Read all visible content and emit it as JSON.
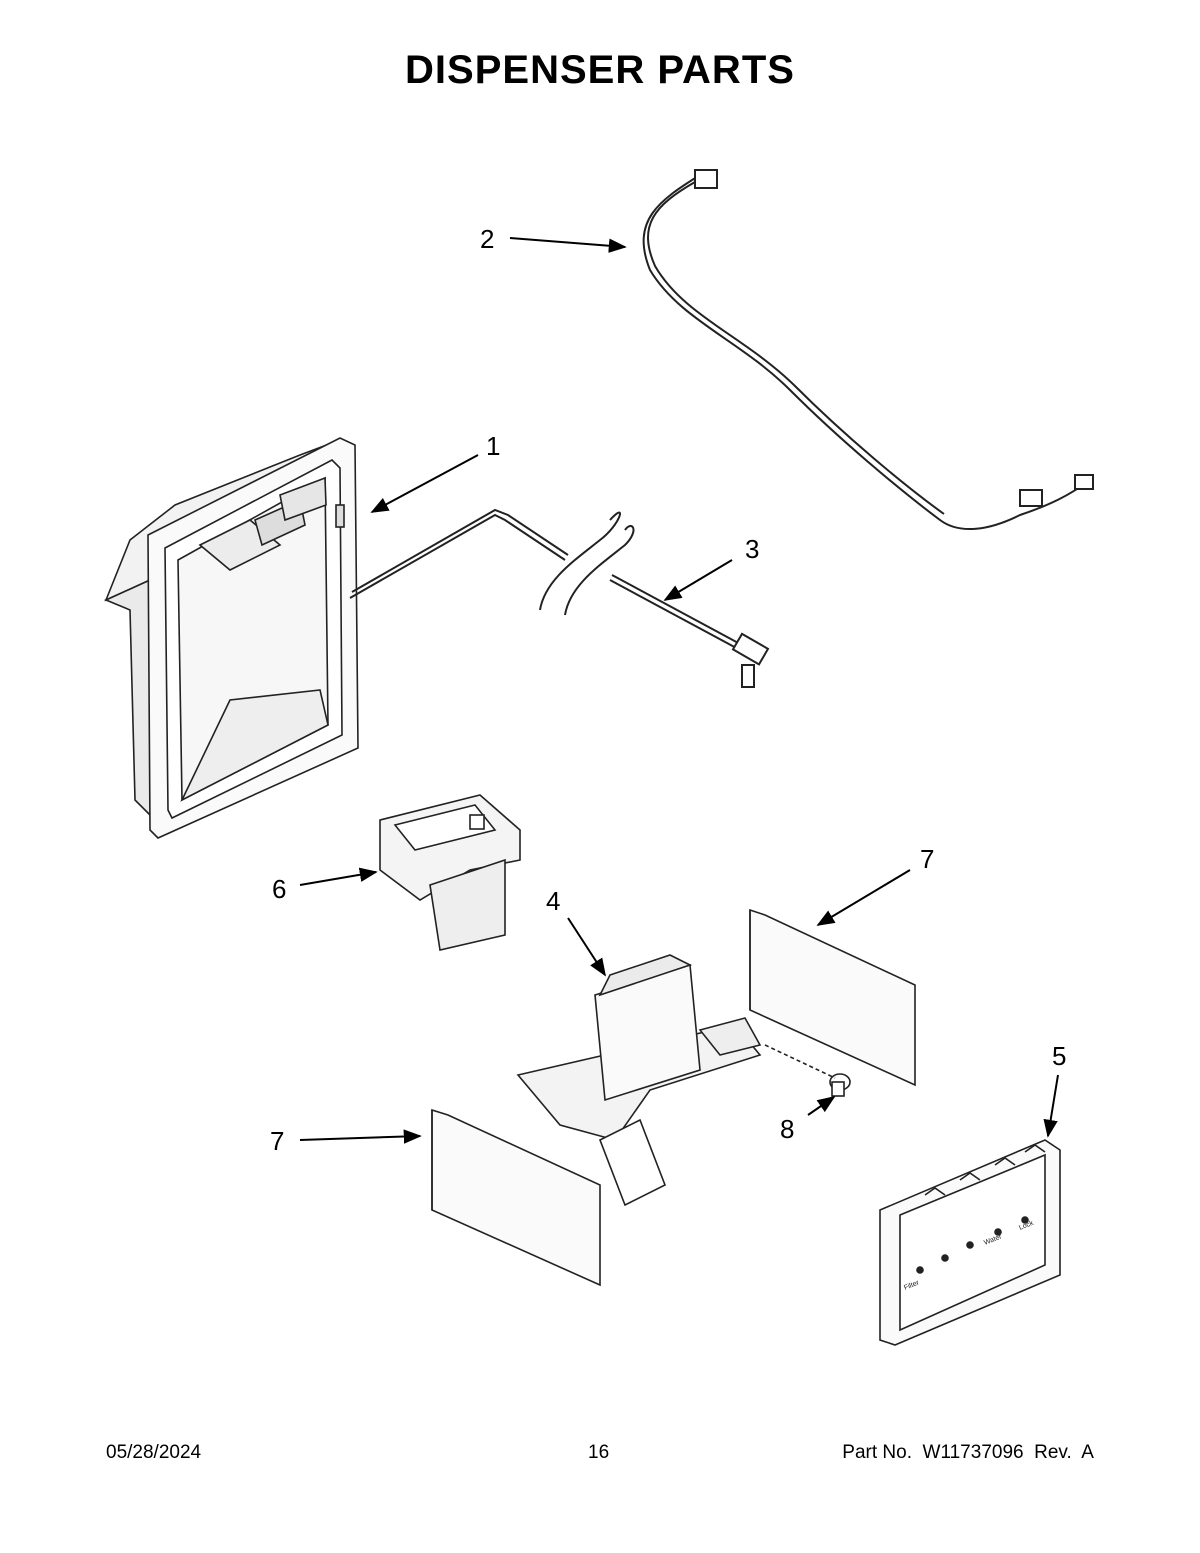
{
  "header": {
    "title": "DISPENSER PARTS"
  },
  "callouts": [
    "1",
    "2",
    "3",
    "4",
    "5",
    "6",
    "7",
    "7",
    "8"
  ],
  "footer": {
    "date": "05/28/2024",
    "page": "16",
    "part_number": "Part No.  W11737096  Rev.  A"
  },
  "panel_labels": [
    "Lock",
    "Water",
    "Filter"
  ]
}
